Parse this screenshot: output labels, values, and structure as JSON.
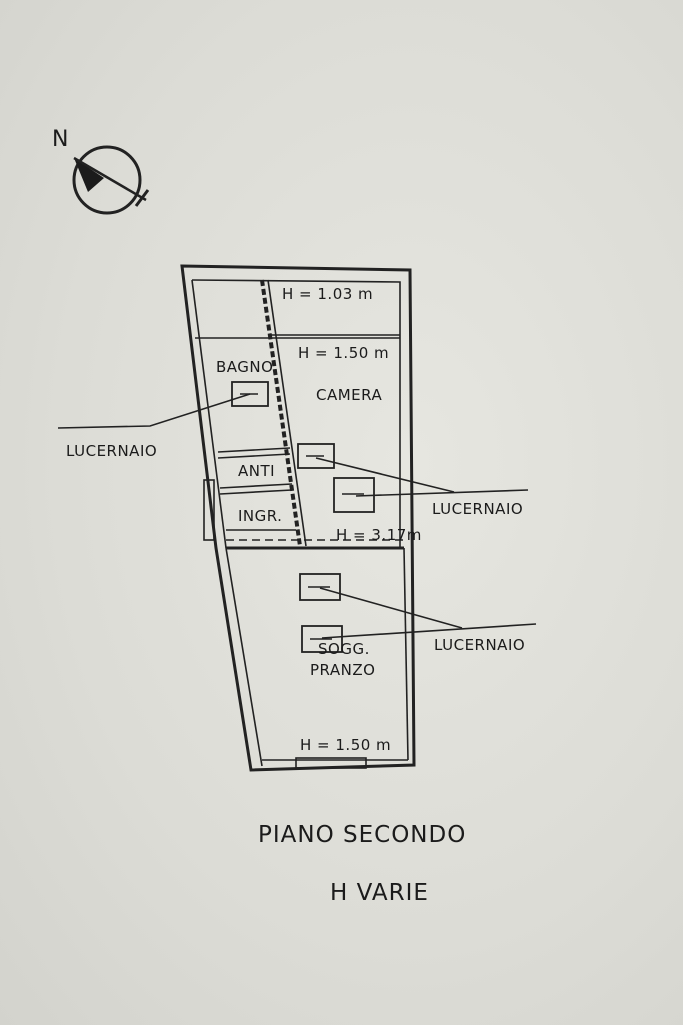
{
  "compass": {
    "north_label": "N",
    "icon": "north-arrow-icon"
  },
  "rooms": {
    "bagno": "BAGNO",
    "camera": "CAMERA",
    "anti": "ANTI",
    "ingr": "INGR.",
    "sogg_pranzo_line1": "SOGG.",
    "sogg_pranzo_line2": "PRANZO"
  },
  "heights": {
    "top": "H = 1.03  m",
    "camera": "H = 1.50  m",
    "middle": "H = 3.17m",
    "bottom": "H = 1.50  m"
  },
  "skylights": {
    "left_label": "LUCERNAIO",
    "right_upper_label": "LUCERNAIO",
    "right_lower_label": "LUCERNAIO"
  },
  "caption": {
    "line1": "PIANO SECONDO",
    "line2": "H VARIE"
  }
}
